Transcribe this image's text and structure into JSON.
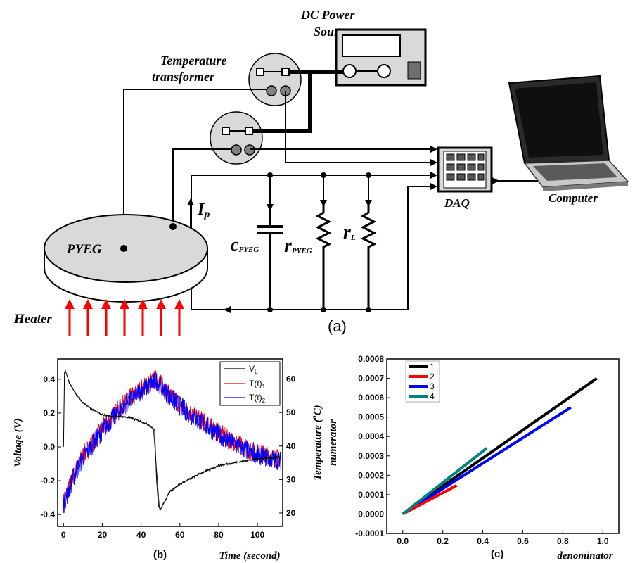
{
  "diagram": {
    "dc_power_line1": "DC Power",
    "dc_power_line2": "Source",
    "temp_transformer_line1": "Temperature",
    "temp_transformer_line2": "transformer",
    "pyeg": "PYEG",
    "ip_main": "I",
    "ip_sub": "p",
    "c_main": "c",
    "c_sub": "PYEG",
    "r_main": "r",
    "r_sub": "PYEG",
    "rl_main": "r",
    "rl_sub": "L",
    "daq": "DAQ",
    "computer": "Computer",
    "heater": "Heater",
    "panel_a": "(a)"
  },
  "colors": {
    "heater_arrow": "#ff0000",
    "plate": "#d9d9d9",
    "laptop": "#2b2b2b"
  },
  "chart_data": [
    {
      "type": "line",
      "panel_label": "(b)",
      "xlabel": "Time (second)",
      "ylabel_left": "Voltage (V)",
      "ylabel_right_main": "Temperature (",
      "ylabel_right_sup": "o",
      "ylabel_right_end": "C)",
      "xlim": [
        -3,
        113
      ],
      "ylim_left": [
        -0.47,
        0.52
      ],
      "ylim_right": [
        16,
        66
      ],
      "xticks": [
        "0",
        "20",
        "40",
        "60",
        "80",
        "100"
      ],
      "xtick_values": [
        0,
        20,
        40,
        60,
        80,
        100
      ],
      "yticks_left": [
        "-0.4",
        "-0.2",
        "0.0",
        "0.2",
        "0.4"
      ],
      "ytick_left_values": [
        -0.4,
        -0.2,
        0.0,
        0.2,
        0.4
      ],
      "yticks_right": [
        "20",
        "30",
        "40",
        "50",
        "60"
      ],
      "ytick_right_values": [
        20,
        30,
        40,
        50,
        60
      ],
      "legend_position": "top-right",
      "series": [
        {
          "name": "V",
          "name_sub": "L",
          "color": "#000000",
          "axis": "left",
          "x": [
            0,
            0.5,
            1,
            3,
            6,
            10,
            15,
            20,
            25,
            30,
            35,
            40,
            44,
            47,
            48,
            49,
            50,
            55,
            60,
            70,
            80,
            90,
            100,
            112
          ],
          "y": [
            0.0,
            0.44,
            0.45,
            0.38,
            0.32,
            0.26,
            0.22,
            0.19,
            0.18,
            0.18,
            0.17,
            0.15,
            0.13,
            0.1,
            -0.2,
            -0.35,
            -0.37,
            -0.26,
            -0.22,
            -0.16,
            -0.11,
            -0.09,
            -0.07,
            -0.06
          ]
        },
        {
          "name": "T(t)",
          "name_sub": "1",
          "color": "#ff0000",
          "axis": "right",
          "x": [
            0,
            5,
            10,
            20,
            30,
            40,
            48,
            55,
            65,
            75,
            85,
            95,
            105,
            112
          ],
          "y": [
            23,
            31,
            37,
            45,
            52,
            57,
            60,
            55,
            50,
            46,
            42,
            39,
            37,
            36
          ]
        },
        {
          "name": "T(t)",
          "name_sub": "2",
          "color": "#0000ff",
          "axis": "right",
          "x": [
            0,
            5,
            10,
            20,
            30,
            40,
            48,
            55,
            65,
            75,
            85,
            95,
            105,
            112
          ],
          "y": [
            22.5,
            30.5,
            36.5,
            44.5,
            51.5,
            56.5,
            59.5,
            54.5,
            49.5,
            45.5,
            41.5,
            38.5,
            36.5,
            35.5
          ]
        }
      ]
    },
    {
      "type": "line",
      "panel_label": "(c)",
      "xlabel": "denominator",
      "ylabel": "numerator",
      "xlim": [
        -0.08,
        1.08
      ],
      "ylim": [
        -0.0001,
        0.0008
      ],
      "xticks": [
        "0.0",
        "0.2",
        "0.4",
        "0.6",
        "0.8",
        "1.0"
      ],
      "xtick_values": [
        0.0,
        0.2,
        0.4,
        0.6,
        0.8,
        1.0
      ],
      "yticks": [
        "-0.0001",
        "0.0000",
        "0.0001",
        "0.0002",
        "0.0003",
        "0.0004",
        "0.0005",
        "0.0006",
        "0.0007",
        "0.0008"
      ],
      "ytick_values": [
        -0.0001,
        0.0,
        0.0001,
        0.0002,
        0.0003,
        0.0004,
        0.0005,
        0.0006,
        0.0007,
        0.0008
      ],
      "legend_position": "top-left",
      "series": [
        {
          "name": "1",
          "color": "#000000",
          "x": [
            0.0,
            0.97
          ],
          "y": [
            0.0,
            0.0007
          ]
        },
        {
          "name": "2",
          "color": "#ff0000",
          "x": [
            0.0,
            0.27
          ],
          "y": [
            0.0,
            0.000148
          ]
        },
        {
          "name": "3",
          "color": "#0000ff",
          "x": [
            0.0,
            0.84
          ],
          "y": [
            0.0,
            0.00055
          ]
        },
        {
          "name": "4",
          "color": "#008080",
          "x": [
            0.0,
            0.42
          ],
          "y": [
            0.0,
            0.00034
          ]
        }
      ]
    }
  ]
}
